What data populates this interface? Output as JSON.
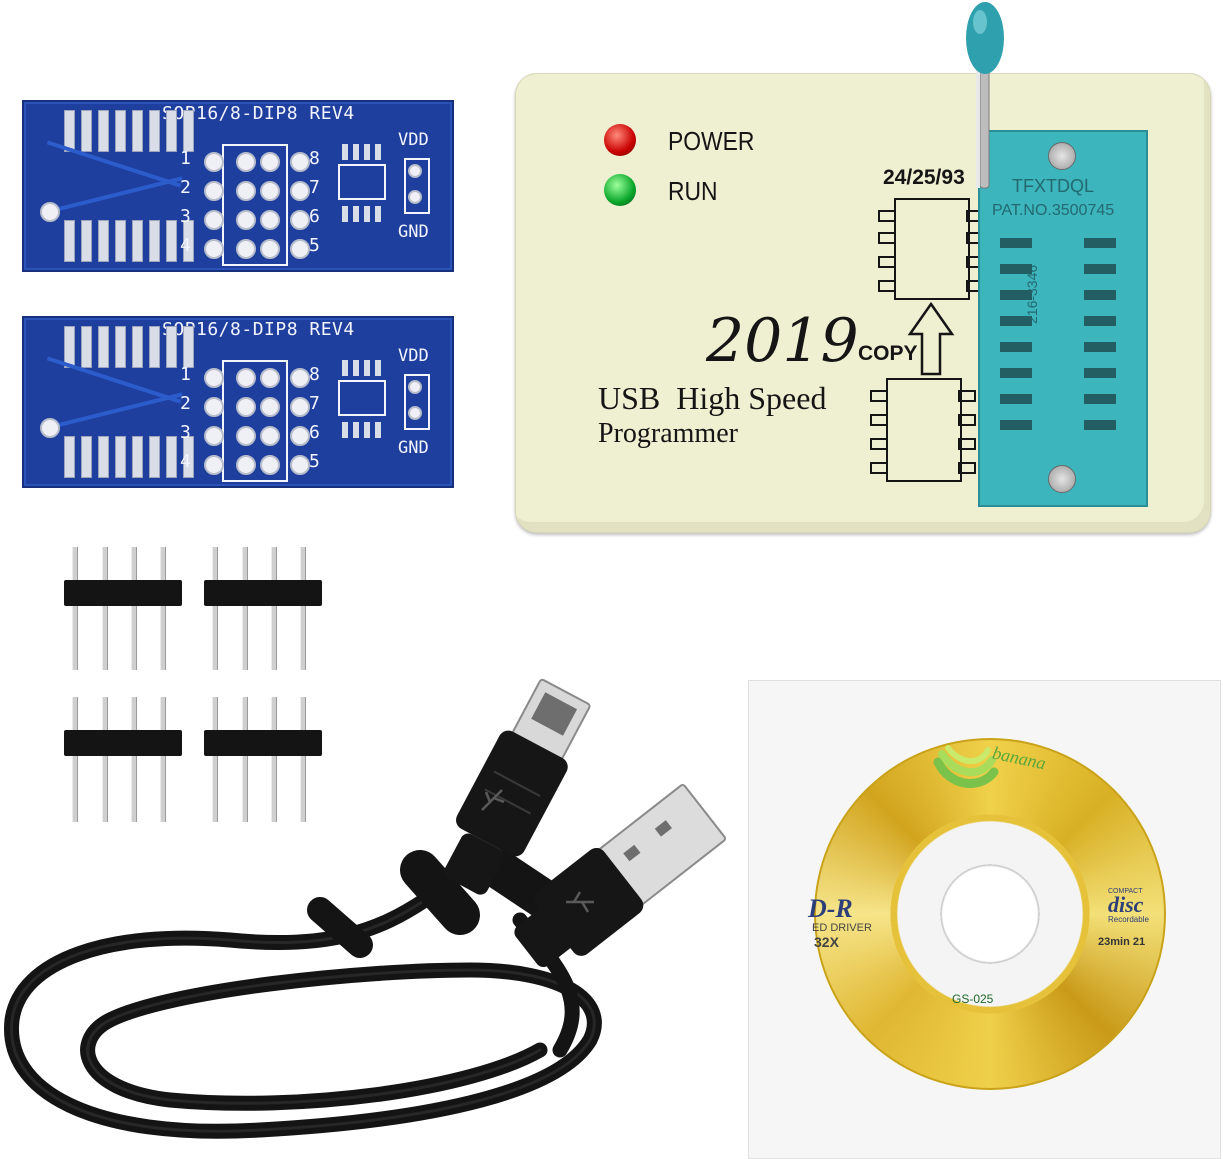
{
  "adapter_board": {
    "title": "SOP16/8-DIP8 REV4",
    "vdd": "VDD",
    "gnd": "GND",
    "pins_left": [
      "1",
      "2",
      "3",
      "4"
    ],
    "pins_right": [
      "8",
      "7",
      "6",
      "5"
    ]
  },
  "programmer": {
    "led_power": "POWER",
    "led_run": "RUN",
    "chip_series": "24/25/93",
    "copy": "COPY",
    "year": "2019",
    "line1": "USB  High Speed",
    "line2": "Programmer",
    "zif_brand": "TFXTDQL",
    "zif_patent": "PAT.NO.3500745",
    "zif_model": "216-3346"
  },
  "disc": {
    "brand": "banana",
    "type_fragment": "D-R",
    "compact_disc": "COMPACT",
    "disc_word": "disc",
    "recordable": "Recordable",
    "speed_driver": "ED DRIVER",
    "speed": "32X",
    "capacity": "23min 21",
    "code": "GS-025"
  },
  "colors": {
    "pcb": "#1f3f9e",
    "box": "#efefd2",
    "zif": "#3cb5bd",
    "disc_gold": "#e6c23a",
    "cable": "#141414"
  }
}
